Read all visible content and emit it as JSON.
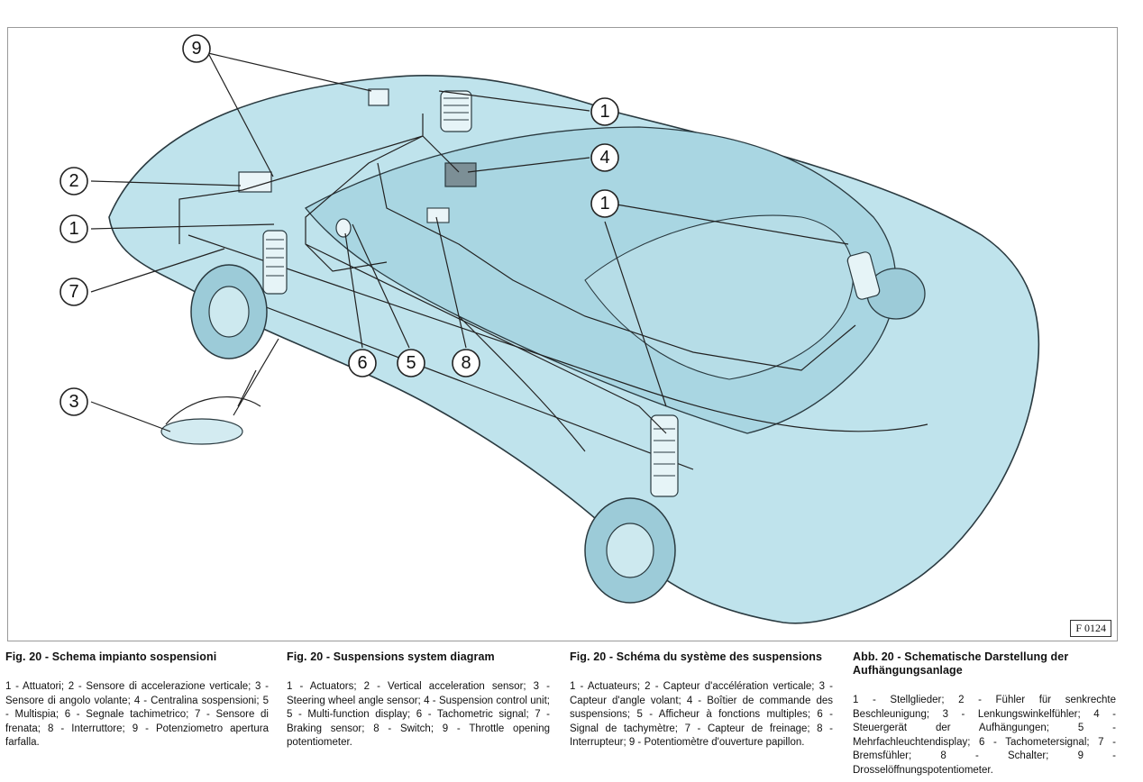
{
  "figure": {
    "code": "F 0124",
    "callouts": [
      "9",
      "2",
      "1",
      "7",
      "3",
      "1",
      "4",
      "1",
      "6",
      "5",
      "8"
    ]
  },
  "captions": [
    {
      "title": "Fig. 20 - Schema impianto sospensioni",
      "text": "1 - Attuatori; 2 - Sensore di accelerazione verticale; 3 - Sensore di angolo volante; 4 - Centralina sospensioni; 5 - Multispia; 6 - Segnale tachimetrico; 7 - Sensore di frenata; 8 - Interruttore; 9 - Potenziometro apertura farfalla."
    },
    {
      "title": "Fig. 20 - Suspensions system diagram",
      "text": "1 - Actuators; 2 - Vertical acceleration sensor; 3 - Steering wheel angle sensor; 4 - Suspension control unit; 5 - Multi-function display; 6 - Tachometric signal; 7 - Braking sensor; 8 - Switch; 9 - Throttle opening potentiometer."
    },
    {
      "title": "Fig. 20 - Schéma du système des suspensions",
      "text": "1 - Actuateurs; 2 - Capteur d'accélération verticale; 3 - Capteur d'angle volant; 4 - Boîtier de commande des suspensions; 5 - Afficheur à fonctions multiples; 6 - Signal de tachymètre; 7 - Capteur de freinage; 8 - Interrupteur; 9 - Potentiomètre d'ouverture papillon."
    },
    {
      "title": "Abb. 20 - Schematische Darstellung der Aufhängungsanlage",
      "text": "1 - Stellglieder; 2 - Fühler für senkrechte Beschleunigung; 3 - Lenkungswinkelfühler; 4 - Steuergerät der Aufhängungen; 5 - Mehrfachleuchtendisplay; 6 - Tachometersignal; 7 - Bremsfühler; 8 - Schalter; 9 - Drosselöffnungspotentiometer."
    }
  ]
}
